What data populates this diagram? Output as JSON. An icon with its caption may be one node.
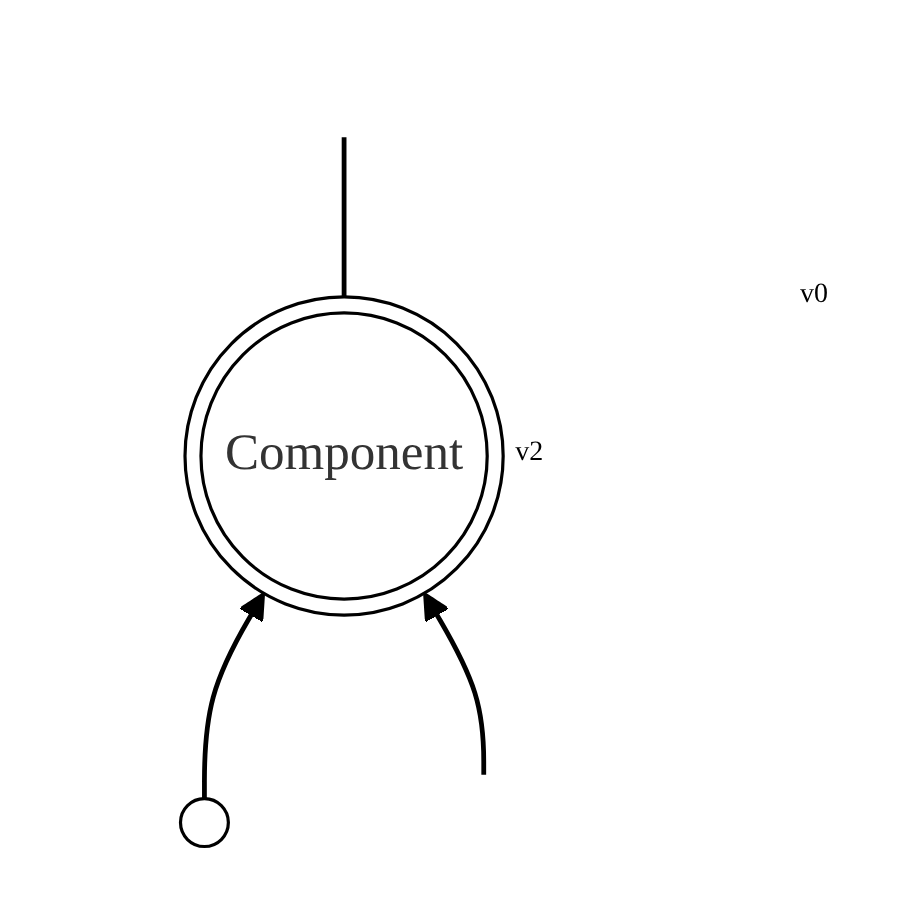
{
  "diagram": {
    "nodes": [
      {
        "text": [
          "Component"
        ],
        "beside": [
          "v2"
        ]
      },
      {
        "text": [],
        "shape": "circle"
      }
    ],
    "edges": [
      {
        "from": 1,
        "to": 0,
        "arrow": "to"
      },
      {
        "from": null,
        "to": 0,
        "arrow": "to"
      },
      {
        "from": 0,
        "to": null,
        "arrow": "none"
      }
    ],
    "labels": [
      "v0"
    ]
  }
}
